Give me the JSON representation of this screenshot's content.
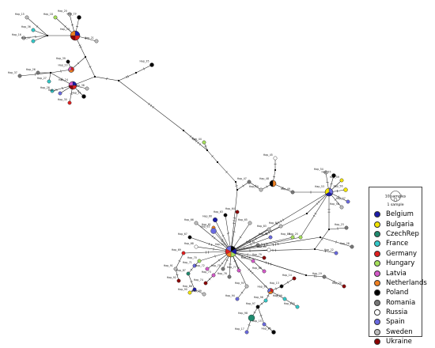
{
  "legend": {
    "scale_large_label": "10 samples",
    "scale_small_label": "1 sample",
    "items": [
      {
        "name": "Belgium",
        "color": "#1a1aa8"
      },
      {
        "name": "Bulgaria",
        "color": "#f2e400"
      },
      {
        "name": "CzechRep",
        "color": "#1f8a6e"
      },
      {
        "name": "France",
        "color": "#33c9c9"
      },
      {
        "name": "Germany",
        "color": "#e01f1f"
      },
      {
        "name": "Hungary",
        "color": "#a5e05a"
      },
      {
        "name": "Latvia",
        "color": "#d45ac9"
      },
      {
        "name": "Netherlands",
        "color": "#f08020"
      },
      {
        "name": "Poland",
        "color": "#000000"
      },
      {
        "name": "Romania",
        "color": "#777777"
      },
      {
        "name": "Russia",
        "color": "#ffffff"
      },
      {
        "name": "Spain",
        "color": "#6a6ae0"
      },
      {
        "name": "Sweden",
        "color": "#bdbdbd"
      },
      {
        "name": "Ukraine",
        "color": "#8b0000"
      }
    ]
  },
  "node_labels": [
    "Hap_13",
    "Hap_14",
    "Hap_15",
    "Hap_16",
    "Hap_17",
    "Hap_18",
    "Hap_19",
    "Hap_20",
    "Hap_21",
    "Hap_22",
    "Hap_23",
    "Hap_24",
    "Hap_25",
    "Hap_26",
    "Hap_27",
    "Hap_28",
    "Hap_29",
    "Hap_30",
    "Hap_31",
    "Hap_32",
    "Hap_33",
    "Hap_34",
    "Hap_35",
    "Hap_36",
    "Hap_37",
    "Hap_38",
    "Hap_39",
    "Hap_40",
    "Hap_41",
    "Hap_42",
    "Hap_43",
    "Hap_44",
    "Hap_45",
    "Hap_46",
    "Hap_47",
    "Hap_48",
    "Hap_49",
    "Hap_50",
    "Hap_51",
    "Hap_52",
    "Hap_53",
    "Hap_54",
    "Hap_55",
    "Hap_56",
    "Hap_57",
    "Hap_58",
    "Hap_59",
    "Hap_60",
    "Hap_61",
    "Hap_62",
    "Hap_63",
    "Hap_64",
    "Hap_65",
    "Hap_66",
    "Hap_67",
    "Hap_68",
    "Hap_69",
    "Hap_70",
    "Hap_71",
    "Hap_72",
    "Hap_73",
    "Hap_74",
    "Hap_75",
    "Hap_76",
    "Hap_77",
    "Hap_78",
    "Hap_79",
    "Hap_80",
    "Hap_81",
    "Hap_82",
    "Hap_83",
    "Hap_84",
    "Hap_85",
    "Hap_86",
    "Hap_87",
    "Hap_88",
    "Hap_89",
    "Hap_90",
    "Hap_91",
    "Hap_92",
    "Hap_93",
    "Hap_94",
    "Hap_95",
    "Hap_96",
    "Hap_97",
    "Hap_98",
    "Hap_99",
    "Hap_100"
  ]
}
